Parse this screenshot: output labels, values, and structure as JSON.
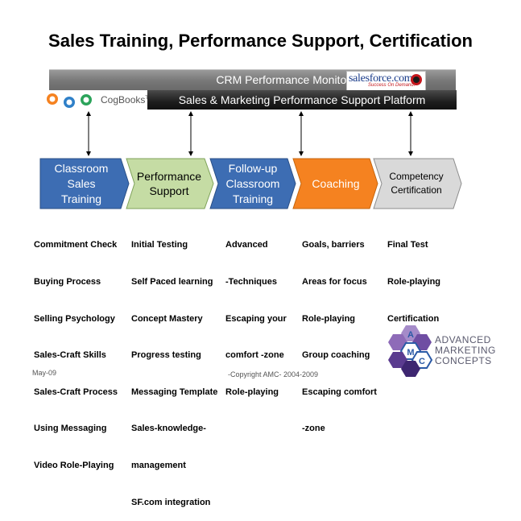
{
  "title": "Sales Training, Performance Support, Certification",
  "crm_bar": {
    "label": "CRM Performance Monitoring",
    "logo_text": "salesforce.com",
    "logo_tagline": "Success On Demand."
  },
  "platform_bar": {
    "label": "Sales & Marketing Performance Support Platform"
  },
  "cogbooks": {
    "label": "CogBooks",
    "trademark": "TM"
  },
  "stages": [
    {
      "label": "Classroom Sales Training",
      "lines": [
        "Classroom",
        "Sales",
        "Training"
      ],
      "fill": "#3d6db3",
      "text_color": "#ffffff"
    },
    {
      "label": "Performance Support",
      "lines": [
        "Performance",
        "Support"
      ],
      "fill": "#c5dca4",
      "text_color": "#000000"
    },
    {
      "label": "Follow-up Classroom Training",
      "lines": [
        "Follow-up",
        "Classroom",
        "Training"
      ],
      "fill": "#3d6db3",
      "text_color": "#ffffff"
    },
    {
      "label": "Coaching",
      "lines": [
        "Coaching"
      ],
      "fill": "#f58220",
      "text_color": "#ffffff"
    },
    {
      "label": "Competency Certification",
      "lines": [
        "Competency",
        "Certification"
      ],
      "fill": "#d9d9d9",
      "text_color": "#000000"
    }
  ],
  "columns": [
    [
      "Commitment Check",
      "Buying Process",
      "Selling Psychology",
      "Sales-Craft Skills",
      "Sales-Craft Process",
      "Using Messaging",
      "Video Role-Playing"
    ],
    [
      "Initial Testing",
      "Self Paced learning",
      "Concept Mastery",
      "Progress testing",
      "Messaging Template",
      "Sales-knowledge-",
      "management",
      "SF.com integration"
    ],
    [
      "Advanced",
      "-Techniques",
      "Escaping your",
      "comfort -zone",
      "Role-playing"
    ],
    [
      "Goals, barriers",
      "Areas for focus",
      "Role-playing",
      "Group coaching",
      "Escaping comfort",
      "-zone"
    ],
    [
      "Final Test",
      "Role-playing",
      "Certification"
    ]
  ],
  "footer": {
    "date": "May-09",
    "copyright": "-Copyright AMC- 2004-2009"
  },
  "amc_logo": {
    "letters": [
      "A",
      "M",
      "C"
    ],
    "lines": [
      "ADVANCED",
      "MARKETING",
      "CONCEPTS"
    ]
  },
  "colors": {
    "blue": "#3d6db3",
    "green": "#c5dca4",
    "orange": "#f58220",
    "gray": "#d9d9d9"
  }
}
